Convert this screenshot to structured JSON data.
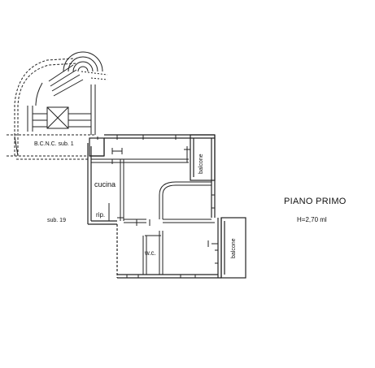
{
  "plan": {
    "title": "PIANO PRIMO",
    "height": "H=2,70 ml",
    "labels": {
      "bcnc": "B.C.N.C. sub. 1",
      "sub19": "sub. 19",
      "cucina": "cucina",
      "rip": "rip.",
      "wc": "w.c.",
      "balcone_upper": "balcone",
      "balcone_lower": "balcone"
    }
  }
}
